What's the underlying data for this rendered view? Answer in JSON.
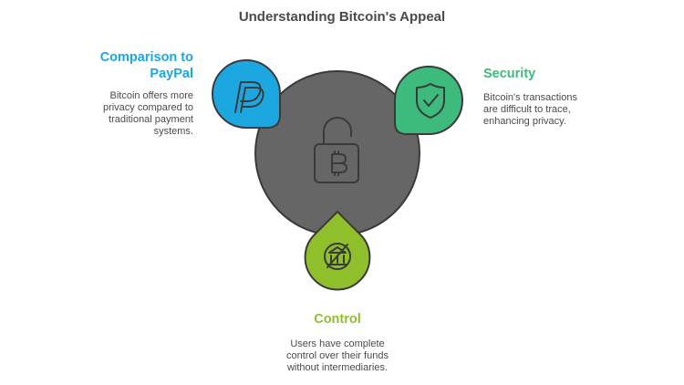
{
  "title": "Understanding Bitcoin's Appeal",
  "sections": {
    "paypal": {
      "heading_line1": "Comparison to",
      "heading_line2": "PayPal",
      "desc_line1": "Bitcoin offers more",
      "desc_line2": "privacy compared to",
      "desc_line3": "traditional payment",
      "desc_line4": "systems.",
      "color": "#1da7e0",
      "icon": "paypal-icon"
    },
    "security": {
      "heading": "Security",
      "desc_line1": "Bitcoin's transactions",
      "desc_line2": "are difficult to trace,",
      "desc_line3": "enhancing privacy.",
      "color": "#3dbb7c",
      "icon": "shield-check-icon"
    },
    "control": {
      "heading": "Control",
      "desc_line1": "Users have complete",
      "desc_line2": "control over their funds",
      "desc_line3": "without intermediaries.",
      "color": "#8fbf2b",
      "icon": "no-bank-icon"
    }
  },
  "center": {
    "color": "#666666",
    "icon": "bitcoin-unlocked-padlock-icon"
  }
}
